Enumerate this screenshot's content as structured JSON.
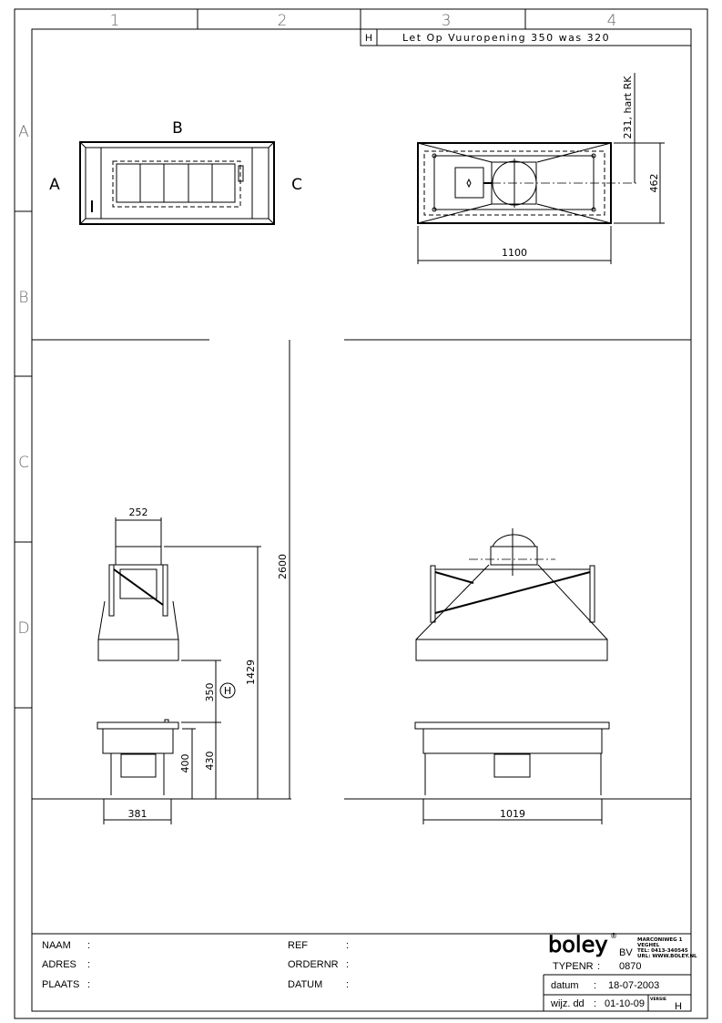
{
  "grid": {
    "columns": [
      "1",
      "2",
      "3",
      "4"
    ],
    "rows": [
      "A",
      "B",
      "C",
      "D"
    ]
  },
  "revision": {
    "letter": "H",
    "note": "Let Op Vuuropening 350 was 320"
  },
  "views": {
    "plan_labels": {
      "a": "A",
      "b": "B",
      "c": "C"
    },
    "top_dims": {
      "width": "1100",
      "depth": "462",
      "centre": "231, hart RK"
    },
    "side_dims": {
      "flue": "252",
      "total_height": "2600",
      "hood_height": "1429",
      "opening": "350",
      "opening_marker": "H",
      "table_top": "430",
      "table": "400",
      "depth": "381"
    },
    "front_dims": {
      "width": "1019"
    }
  },
  "title_block": {
    "naam_label": "NAAM",
    "adres_label": "ADRES",
    "plaats_label": "PLAATS",
    "ref_label": "REF",
    "ordernr_label": "ORDERNR",
    "datum_left_label": "DATUM",
    "colon": ":",
    "brand": "boley",
    "brand_suffix": "BV",
    "registered": "®",
    "address_lines": [
      "MARCONIWEG 1",
      "VEGHEL",
      "TEL: 0413-340545",
      "URL: WWW.BOLEY.NL"
    ],
    "typenr_label": "TYPENR",
    "typenr_value": "0870",
    "datum_label": "datum",
    "datum_value": "18-07-2003",
    "wijz_label": "wijz. dd",
    "wijz_value": "01-10-09",
    "versie_label": "VERSIE",
    "versie_value": "H"
  }
}
